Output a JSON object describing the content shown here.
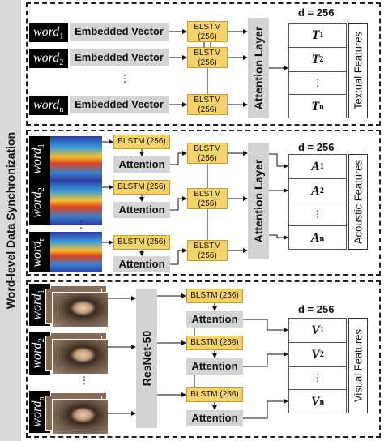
{
  "side_label": "Word-level Data Synchronization",
  "textual": {
    "rows": [
      {
        "word": "word",
        "sub": "1",
        "label": "Embedded Vector",
        "blstm": "BLSTM (256)"
      },
      {
        "word": "word",
        "sub": "2",
        "label": "Embedded Vector",
        "blstm": "BLSTM (256)"
      },
      {
        "word": "word",
        "sub": "n",
        "label": "Embedded Vector",
        "blstm": "BLSTM (256)"
      }
    ],
    "ellipsis": "⋮",
    "attention_layer": "Attention Layer",
    "dim": "d = 256",
    "features": [
      {
        "sym": "T",
        "sub": "1"
      },
      {
        "sym": "T",
        "sub": "2"
      },
      {
        "sym": "⋮",
        "sub": ""
      },
      {
        "sym": "T",
        "sub": "n"
      }
    ],
    "side": "Textual Features"
  },
  "acoustic": {
    "rows": [
      {
        "word": "word",
        "sub": "1",
        "blstm": "BLSTM (256)",
        "attention": "Attention",
        "blstm2": "BLSTM (256)"
      },
      {
        "word": "word",
        "sub": "2",
        "blstm": "BLSTM (256)",
        "attention": "Attention",
        "blstm2": "BLSTM (256)"
      },
      {
        "word": "word",
        "sub": "n",
        "blstm": "BLSTM (256)",
        "attention": "Attention",
        "blstm2": "BLSTM (256)"
      }
    ],
    "ellipsis": "⋮",
    "attention_layer": "Attention Layer",
    "dim": "d = 256",
    "features": [
      {
        "sym": "A",
        "sub": "1"
      },
      {
        "sym": "A",
        "sub": "2"
      },
      {
        "sym": "⋮",
        "sub": ""
      },
      {
        "sym": "A",
        "sub": "n"
      }
    ],
    "side": "Acoustic Features"
  },
  "visual": {
    "rows": [
      {
        "word": "word",
        "sub": "1",
        "blstm": "BLSTM (256)",
        "attention": "Attention"
      },
      {
        "word": "word",
        "sub": "2",
        "blstm": "BLSTM (256)",
        "attention": "Attention"
      },
      {
        "word": "word",
        "sub": "n",
        "blstm": "BLSTM (256)",
        "attention": "Attention"
      }
    ],
    "ellipsis": "⋮",
    "resnet": "ResNet-50",
    "dim": "d = 256",
    "features": [
      {
        "sym": "V",
        "sub": "1"
      },
      {
        "sym": "V",
        "sub": "2"
      },
      {
        "sym": "⋮",
        "sub": ""
      },
      {
        "sym": "V",
        "sub": "n"
      }
    ],
    "side": "Visual Features"
  }
}
